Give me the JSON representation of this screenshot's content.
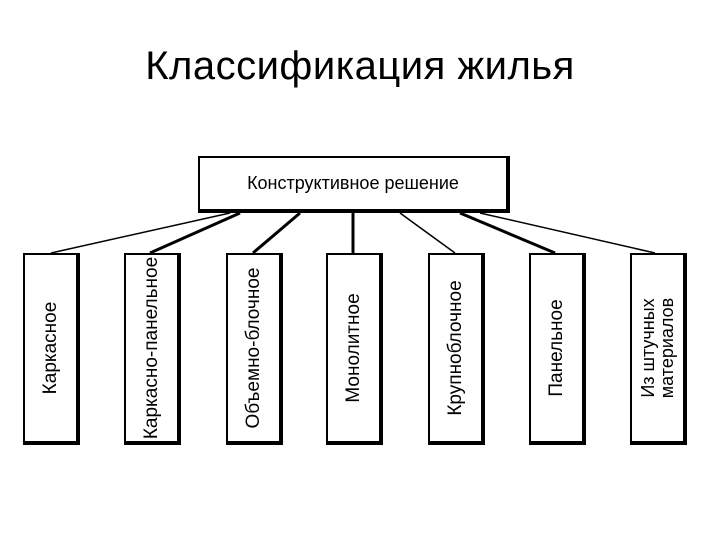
{
  "title": "Классификация жилья",
  "root": {
    "label": "Конструктивное решение"
  },
  "children": [
    {
      "label": "Каркасное"
    },
    {
      "label": "Каркасно-панельное"
    },
    {
      "label": "Объемно-блочное"
    },
    {
      "label": "Монолитное"
    },
    {
      "label": "Крупноблочное"
    },
    {
      "label": "Панельное"
    },
    {
      "label": "Из штучных\nматериалов"
    }
  ]
}
